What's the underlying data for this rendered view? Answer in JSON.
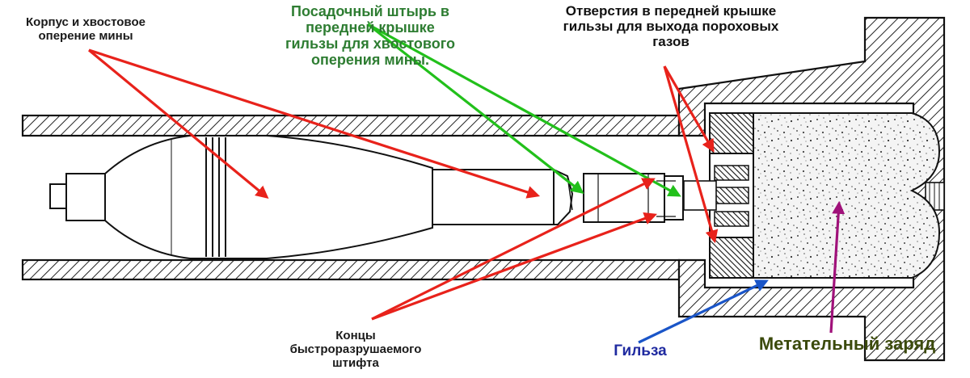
{
  "labels": {
    "body_fins": "Корпус и хвостовое\nоперение мины",
    "pin": "Посадочный штырь в\nпередней крышке\nгильзы для хвостового\nоперения мины.",
    "holes": "Отверстия в передней крышке\nгильзы для выхода пороховых\nгазов",
    "pin_ends": "Концы\nбыстроразрушаемого\nштифта",
    "case": "Гильза",
    "charge": "Метательный заряд"
  },
  "colors": {
    "red_arrow": "#e8221b",
    "green_arrow": "#22c01b",
    "blue_arrow": "#1a55c8",
    "magenta_arrow": "#a0117a",
    "label_green": "#2e7d32",
    "label_blue": "#1f2aa0",
    "label_olive": "#3b4a0c"
  }
}
